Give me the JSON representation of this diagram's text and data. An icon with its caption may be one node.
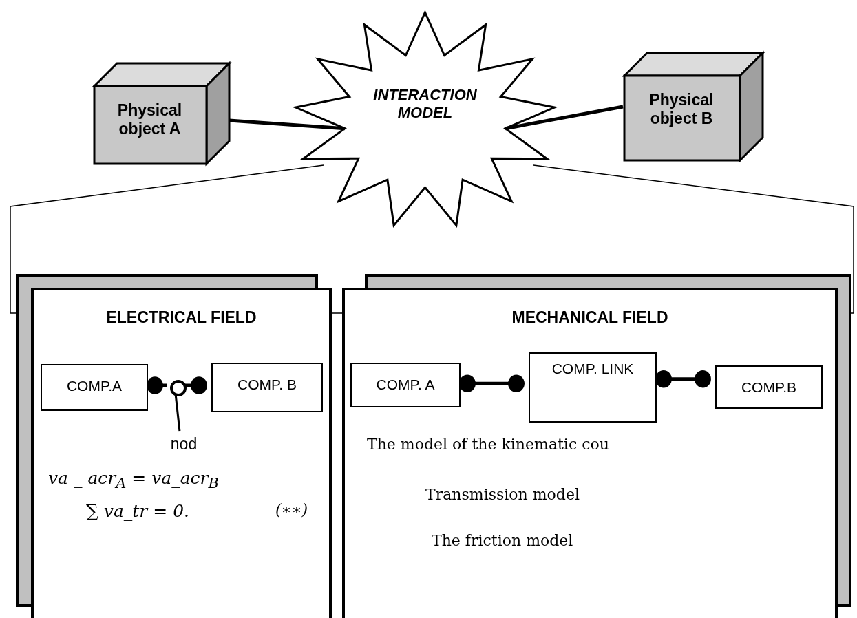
{
  "diagram": {
    "nodes": [
      {
        "text": [
          "Physical object A"
        ]
      },
      {
        "text": [
          "INTERACTION MODEL"
        ]
      },
      {
        "text": [
          "Physical object B"
        ]
      },
      {
        "text": [
          "ELECTRICAL FIELD"
        ]
      },
      {
        "text": [
          "COMP.A"
        ],
        "in": 3
      },
      {
        "text": [
          "COMP. B"
        ],
        "in": 3
      },
      {
        "text": [],
        "shape": "circle",
        "in": 3
      },
      {
        "text": [
          "nod"
        ],
        "in": 3
      },
      {
        "text": [
          "MECHANICAL FIELD"
        ]
      },
      {
        "text": [
          "COMP. A"
        ],
        "in": 8
      },
      {
        "text": [
          "COMP. LINK"
        ],
        "in": 8
      },
      {
        "text": [
          "COMP.B"
        ],
        "in": 8
      }
    ],
    "edges": [
      {
        "from": 0,
        "to": 1,
        "arrow": "none"
      },
      {
        "from": 1,
        "to": 2,
        "arrow": "none"
      },
      {
        "from": 4,
        "to": 6,
        "arrow": "other"
      },
      {
        "from": 6,
        "to": 5,
        "arrow": "other"
      },
      {
        "from": 7,
        "to": 6,
        "arrow": "none"
      },
      {
        "from": 9,
        "to": 10,
        "arrow": "other"
      },
      {
        "from": 10,
        "to": 11,
        "arrow": "other"
      }
    ],
    "labels": [
      "va _ acr$_{A}$ = va_acr$_{B}$",
      "∑ va_tr = 0.",
      "(∗∗)",
      "The model of the kinematic cou",
      "Transmission model",
      "The friction model"
    ]
  }
}
